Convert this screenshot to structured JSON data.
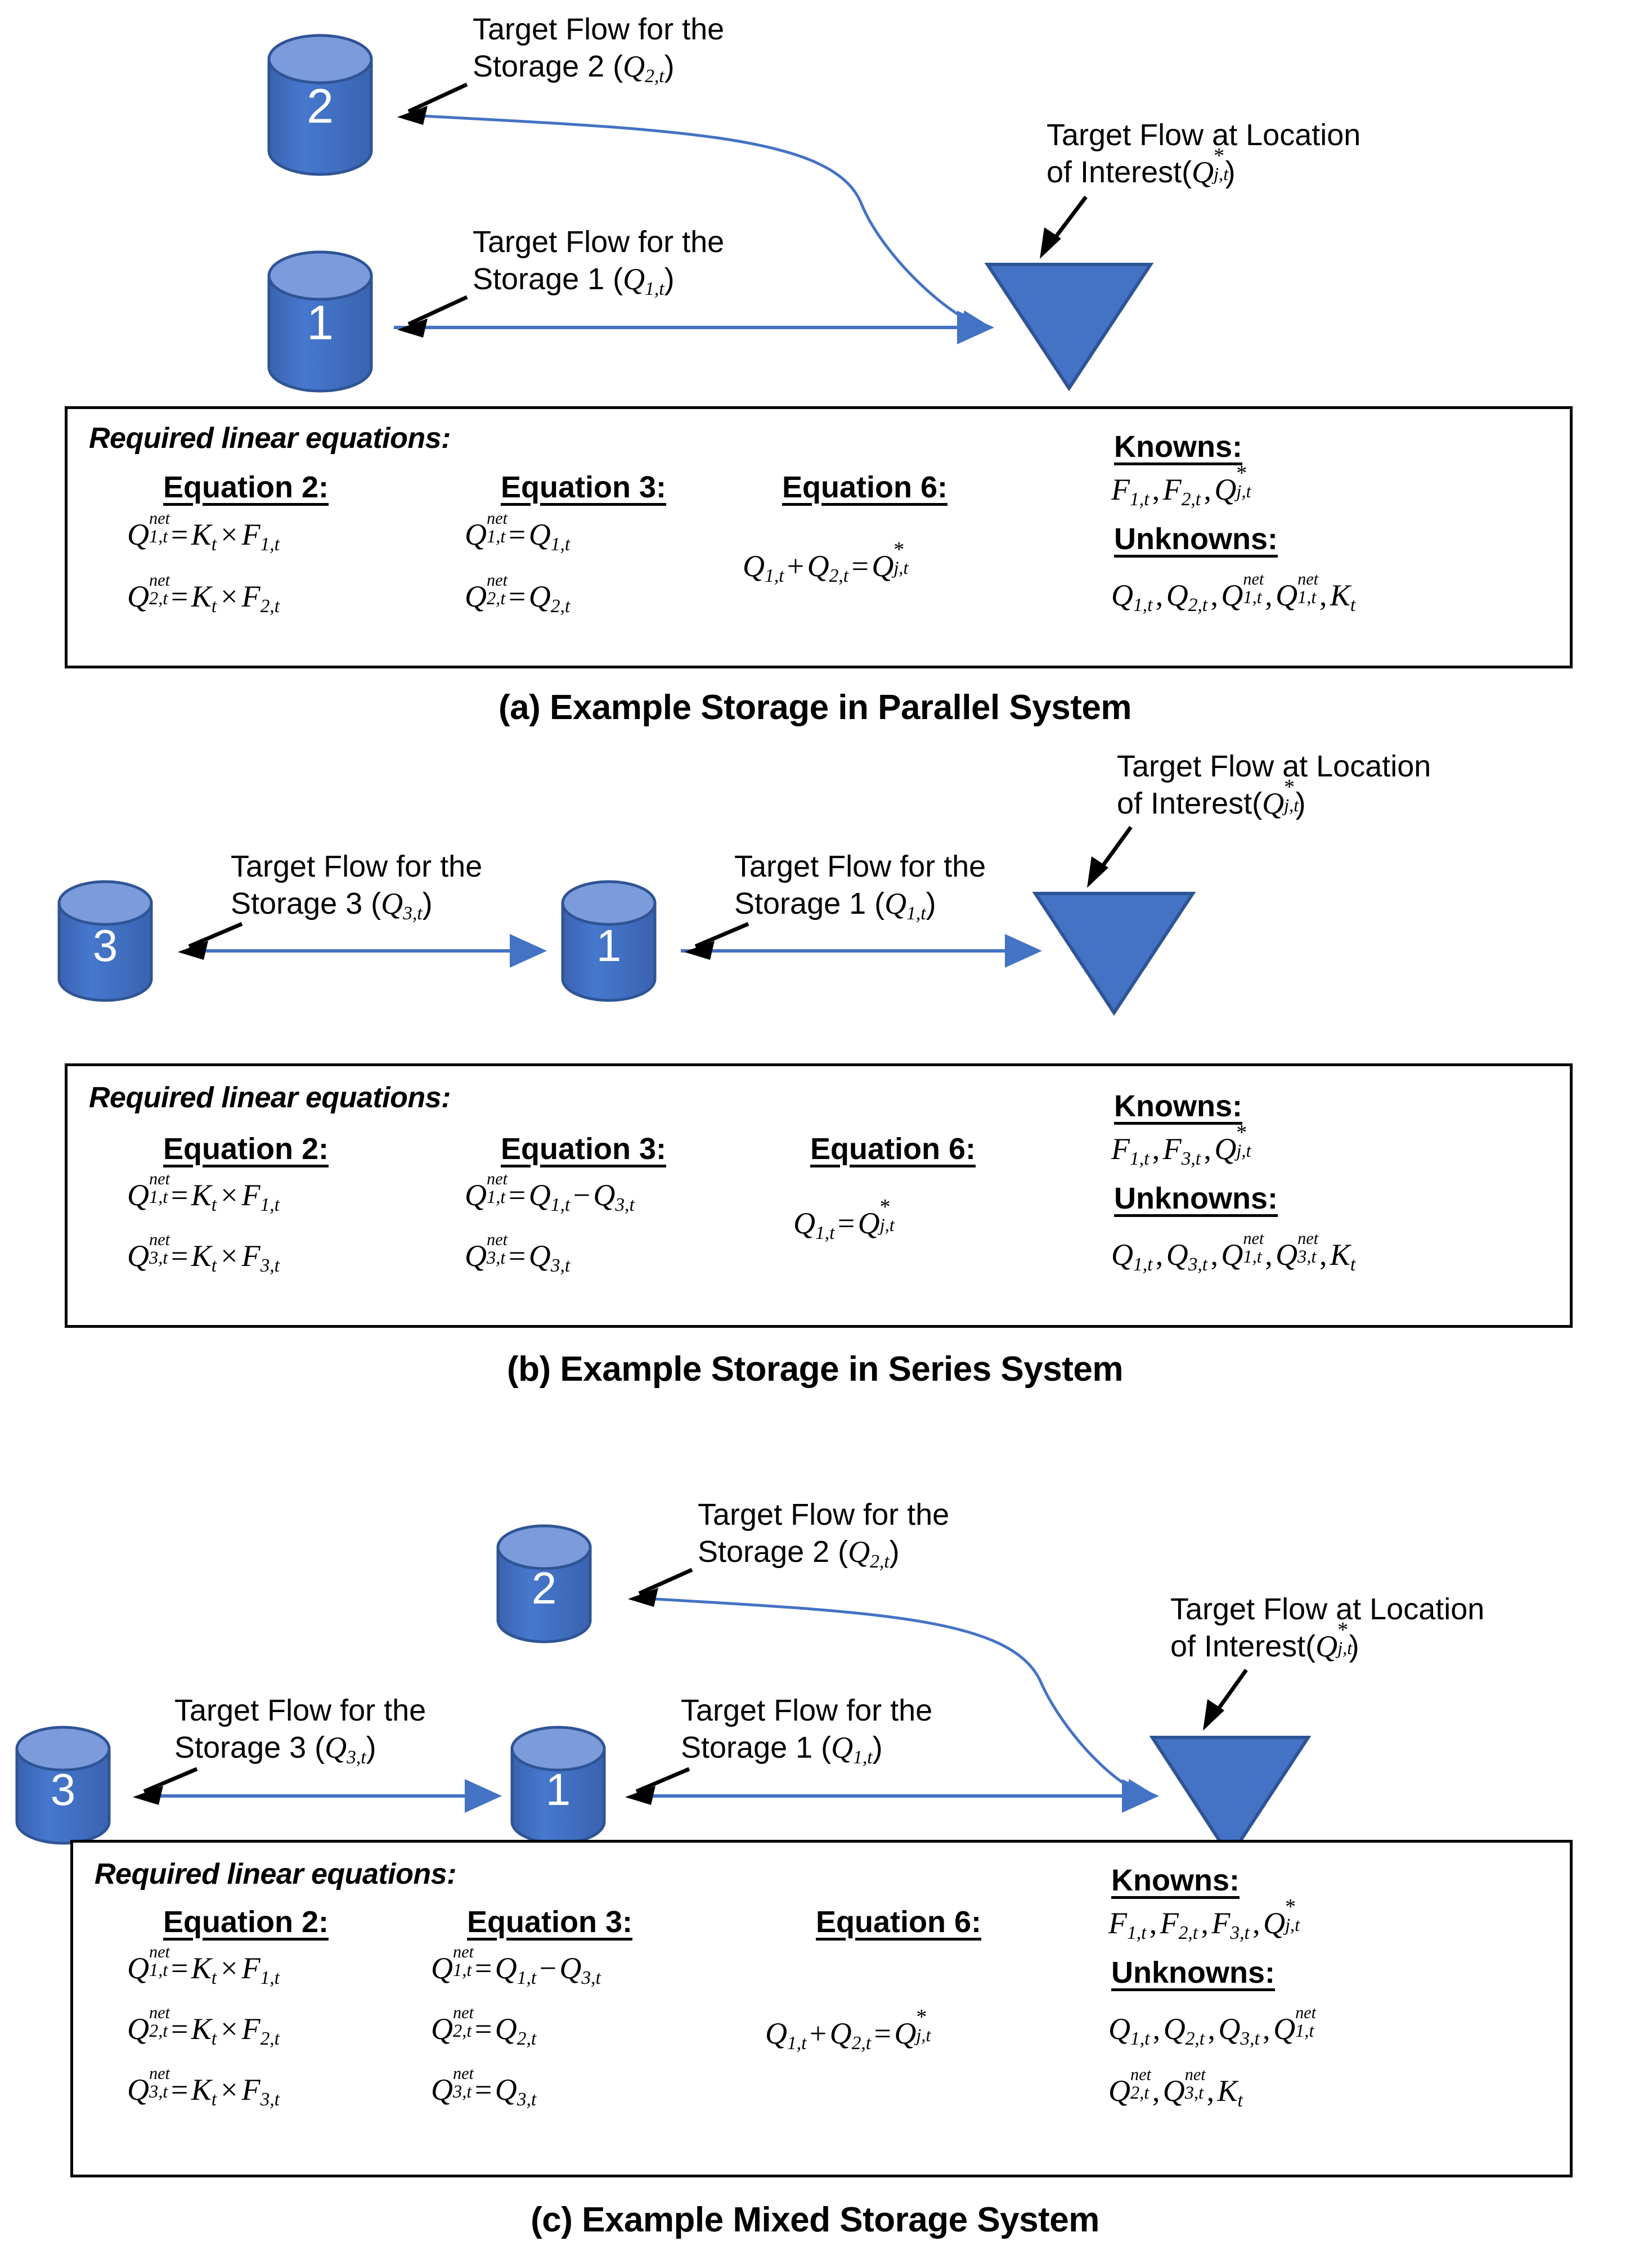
{
  "colors": {
    "cylinder_body": "#3E6DBF",
    "cylinder_top": "#7C9BDB",
    "cylinder_stroke": "#2F5496",
    "triangle_fill": "#4472C4",
    "triangle_stroke": "#2F5496",
    "arrow_blue": "#4472C4",
    "pointer_black": "#000000",
    "box_border": "#000000",
    "background": "#FFFFFF"
  },
  "labels": {
    "target_flow_for_the": "Target Flow for the",
    "target_flow_at_location": "Target Flow at Location",
    "of_interest": "of Interest(",
    "storage_prefix": "Storage ",
    "paren_open": "(",
    "paren_close": ")",
    "required_linear_equations": "Required linear equations:",
    "equation_2": "Equation 2:",
    "equation_3": "Equation 3:",
    "equation_6": "Equation 6:",
    "knowns": "Knowns:",
    "unknowns": "Unknowns:"
  },
  "panels": [
    {
      "id": "a",
      "caption": "(a) Example Storage in Parallel System",
      "storages": [
        {
          "number": "2",
          "label_line1": "Target Flow for the",
          "label_line2_prefix": "Storage 2 (",
          "label_sym_base": "Q",
          "label_sym_sub": "2,t",
          "label_line2_suffix": ")"
        },
        {
          "number": "1",
          "label_line1": "Target Flow for the",
          "label_line2_prefix": "Storage 1 (",
          "label_sym_base": "Q",
          "label_sym_sub": "1,t",
          "label_line2_suffix": ")"
        }
      ],
      "location_of_interest": {
        "line1": "Target Flow at Location",
        "line2_prefix": "of Interest(",
        "sym_base": "Q",
        "sym_star": "*",
        "sym_sub": "j,t",
        "line2_suffix": ")"
      },
      "equations": {
        "col2": {
          "header": "Equation 2:",
          "rows": [
            {
              "lhs_base": "Q",
              "lhs_sup": "net",
              "lhs_sub": "1,t",
              "op": "=",
              "rhs": [
                {
                  "base": "K",
                  "sub": "t"
                },
                {
                  "op": "×"
                },
                {
                  "base": "F",
                  "sub": "1,t"
                }
              ]
            },
            {
              "lhs_base": "Q",
              "lhs_sup": "net",
              "lhs_sub": "2,t",
              "op": "=",
              "rhs": [
                {
                  "base": "K",
                  "sub": "t"
                },
                {
                  "op": "×"
                },
                {
                  "base": "F",
                  "sub": "2,t"
                }
              ]
            }
          ]
        },
        "col3": {
          "header": "Equation 3:",
          "rows": [
            {
              "lhs_base": "Q",
              "lhs_sup": "net",
              "lhs_sub": "1,t",
              "op": "=",
              "rhs": [
                {
                  "base": "Q",
                  "sub": "1,t"
                }
              ]
            },
            {
              "lhs_base": "Q",
              "lhs_sup": "net",
              "lhs_sub": "2,t",
              "op": "=",
              "rhs": [
                {
                  "base": "Q",
                  "sub": "2,t"
                }
              ]
            }
          ]
        },
        "col6": {
          "header": "Equation 6:",
          "rows": [
            {
              "terms": [
                {
                  "base": "Q",
                  "sub": "1,t"
                },
                {
                  "op": "+"
                },
                {
                  "base": "Q",
                  "sub": "2,t"
                },
                {
                  "op": "="
                },
                {
                  "base": "Q",
                  "star": "*",
                  "sub": "j,t"
                }
              ]
            }
          ]
        }
      },
      "knowns": [
        {
          "base": "F",
          "sub": "1,t"
        },
        {
          "base": "F",
          "sub": "2,t"
        },
        {
          "base": "Q",
          "star": "*",
          "sub": "j,t"
        }
      ],
      "unknowns_lines": [
        [
          {
            "base": "Q",
            "sub": "1,t"
          },
          {
            "base": "Q",
            "sub": "2,t"
          },
          {
            "base": "Q",
            "sup": "net",
            "sub": "1,t"
          },
          {
            "base": "Q",
            "sup": "net",
            "sub": "1,t"
          },
          {
            "base": "K",
            "sub": "t"
          }
        ]
      ]
    },
    {
      "id": "b",
      "caption": "(b) Example Storage in Series System",
      "storages": [
        {
          "number": "3",
          "label_line1": "Target Flow for the",
          "label_line2_prefix": "Storage 3 (",
          "label_sym_base": "Q",
          "label_sym_sub": "3,t",
          "label_line2_suffix": ")"
        },
        {
          "number": "1",
          "label_line1": "Target Flow for the",
          "label_line2_prefix": "Storage 1 (",
          "label_sym_base": "Q",
          "label_sym_sub": "1,t",
          "label_line2_suffix": ")"
        }
      ],
      "location_of_interest": {
        "line1": "Target Flow at Location",
        "line2_prefix": "of Interest(",
        "sym_base": "Q",
        "sym_star": "*",
        "sym_sub": "j,t",
        "line2_suffix": ")"
      },
      "equations": {
        "col2": {
          "header": "Equation 2:",
          "rows": [
            {
              "lhs_base": "Q",
              "lhs_sup": "net",
              "lhs_sub": "1,t",
              "op": "=",
              "rhs": [
                {
                  "base": "K",
                  "sub": "t"
                },
                {
                  "op": "×"
                },
                {
                  "base": "F",
                  "sub": "1,t"
                }
              ]
            },
            {
              "lhs_base": "Q",
              "lhs_sup": "net",
              "lhs_sub": "3,t",
              "op": "=",
              "rhs": [
                {
                  "base": "K",
                  "sub": "t"
                },
                {
                  "op": "×"
                },
                {
                  "base": "F",
                  "sub": "3,t"
                }
              ]
            }
          ]
        },
        "col3": {
          "header": "Equation 3:",
          "rows": [
            {
              "lhs_base": "Q",
              "lhs_sup": "net",
              "lhs_sub": "1,t",
              "op": "=",
              "rhs": [
                {
                  "base": "Q",
                  "sub": "1,t"
                },
                {
                  "op": "−"
                },
                {
                  "base": "Q",
                  "sub": "3,t"
                }
              ]
            },
            {
              "lhs_base": "Q",
              "lhs_sup": "net",
              "lhs_sub": "3,t",
              "op": "=",
              "rhs": [
                {
                  "base": "Q",
                  "sub": "3,t"
                }
              ]
            }
          ]
        },
        "col6": {
          "header": "Equation 6:",
          "rows": [
            {
              "terms": [
                {
                  "base": "Q",
                  "sub": "1,t"
                },
                {
                  "op": "="
                },
                {
                  "base": "Q",
                  "star": "*",
                  "sub": "j,t"
                }
              ]
            }
          ]
        }
      },
      "knowns": [
        {
          "base": "F",
          "sub": "1,t"
        },
        {
          "base": "F",
          "sub": "3,t"
        },
        {
          "base": "Q",
          "star": "*",
          "sub": "j,t"
        }
      ],
      "unknowns_lines": [
        [
          {
            "base": "Q",
            "sub": "1,t"
          },
          {
            "base": "Q",
            "sub": "3,t"
          },
          {
            "base": "Q",
            "sup": "net",
            "sub": "1,t"
          },
          {
            "base": "Q",
            "sup": "net",
            "sub": "3,t"
          },
          {
            "base": "K",
            "sub": "t"
          }
        ]
      ]
    },
    {
      "id": "c",
      "caption": "(c) Example Mixed Storage System",
      "storages": [
        {
          "number": "2",
          "label_line1": "Target Flow for the",
          "label_line2_prefix": "Storage 2 (",
          "label_sym_base": "Q",
          "label_sym_sub": "2,t",
          "label_line2_suffix": ")"
        },
        {
          "number": "3",
          "label_line1": "Target Flow for the",
          "label_line2_prefix": "Storage 3 (",
          "label_sym_base": "Q",
          "label_sym_sub": "3,t",
          "label_line2_suffix": ")"
        },
        {
          "number": "1",
          "label_line1": "Target Flow for the",
          "label_line2_prefix": "Storage 1 (",
          "label_sym_base": "Q",
          "label_sym_sub": "1,t",
          "label_line2_suffix": ")"
        }
      ],
      "location_of_interest": {
        "line1": "Target Flow at Location",
        "line2_prefix": "of Interest(",
        "sym_base": "Q",
        "sym_star": "*",
        "sym_sub": "j,t",
        "line2_suffix": ")"
      },
      "equations": {
        "col2": {
          "header": "Equation 2:",
          "rows": [
            {
              "lhs_base": "Q",
              "lhs_sup": "net",
              "lhs_sub": "1,t",
              "op": "=",
              "rhs": [
                {
                  "base": "K",
                  "sub": "t"
                },
                {
                  "op": "×"
                },
                {
                  "base": "F",
                  "sub": "1,t"
                }
              ]
            },
            {
              "lhs_base": "Q",
              "lhs_sup": "net",
              "lhs_sub": "2,t",
              "op": "=",
              "rhs": [
                {
                  "base": "K",
                  "sub": "t"
                },
                {
                  "op": "×"
                },
                {
                  "base": "F",
                  "sub": "2,t"
                }
              ]
            },
            {
              "lhs_base": "Q",
              "lhs_sup": "net",
              "lhs_sub": "3,t",
              "op": "=",
              "rhs": [
                {
                  "base": "K",
                  "sub": "t"
                },
                {
                  "op": "×"
                },
                {
                  "base": "F",
                  "sub": "3,t"
                }
              ]
            }
          ]
        },
        "col3": {
          "header": "Equation 3:",
          "rows": [
            {
              "lhs_base": "Q",
              "lhs_sup": "net",
              "lhs_sub": "1,t",
              "op": "=",
              "rhs": [
                {
                  "base": "Q",
                  "sub": "1,t"
                },
                {
                  "op": "−"
                },
                {
                  "base": "Q",
                  "sub": "3,t"
                }
              ]
            },
            {
              "lhs_base": "Q",
              "lhs_sup": "net",
              "lhs_sub": "2,t",
              "op": "=",
              "rhs": [
                {
                  "base": "Q",
                  "sub": "2,t"
                }
              ]
            },
            {
              "lhs_base": "Q",
              "lhs_sup": "net",
              "lhs_sub": "3,t",
              "op": "=",
              "rhs": [
                {
                  "base": "Q",
                  "sub": "3,t"
                }
              ]
            }
          ]
        },
        "col6": {
          "header": "Equation 6:",
          "rows": [
            {
              "terms": [
                {
                  "base": "Q",
                  "sub": "1,t"
                },
                {
                  "op": "+"
                },
                {
                  "base": "Q",
                  "sub": "2,t"
                },
                {
                  "op": "="
                },
                {
                  "base": "Q",
                  "star": "*",
                  "sub": "j,t"
                }
              ]
            }
          ]
        }
      },
      "knowns": [
        {
          "base": "F",
          "sub": "1,t"
        },
        {
          "base": "F",
          "sub": "2,t"
        },
        {
          "base": "F",
          "sub": "3,t"
        },
        {
          "base": "Q",
          "star": "*",
          "sub": "j,t"
        }
      ],
      "unknowns_lines": [
        [
          {
            "base": "Q",
            "sub": "1,t"
          },
          {
            "base": "Q",
            "sub": "2,t"
          },
          {
            "base": "Q",
            "sub": "3,t"
          },
          {
            "base": "Q",
            "sup": "net",
            "sub": "1,t"
          }
        ],
        [
          {
            "base": "Q",
            "sup": "net",
            "sub": "2,t"
          },
          {
            "base": "Q",
            "sup": "net",
            "sub": "3,t"
          },
          {
            "base": "K",
            "sub": "t"
          }
        ]
      ]
    }
  ]
}
